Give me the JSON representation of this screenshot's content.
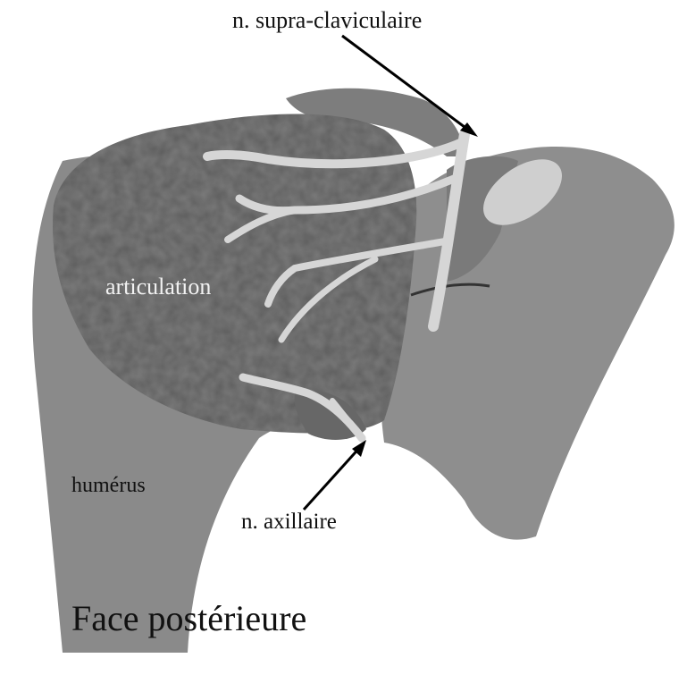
{
  "labels": {
    "supra": "n. supra-claviculaire",
    "articulation": "articulation",
    "humerus": "humérus",
    "axillaire": "n. axillaire",
    "caption": "Face postérieure"
  },
  "colors": {
    "background": "#ffffff",
    "bone": "#8c8c8c",
    "joint": "#5a5a5a",
    "nerve": "#d9d9d9",
    "label_dark": "#111111",
    "label_light": "#f2f2f2"
  }
}
